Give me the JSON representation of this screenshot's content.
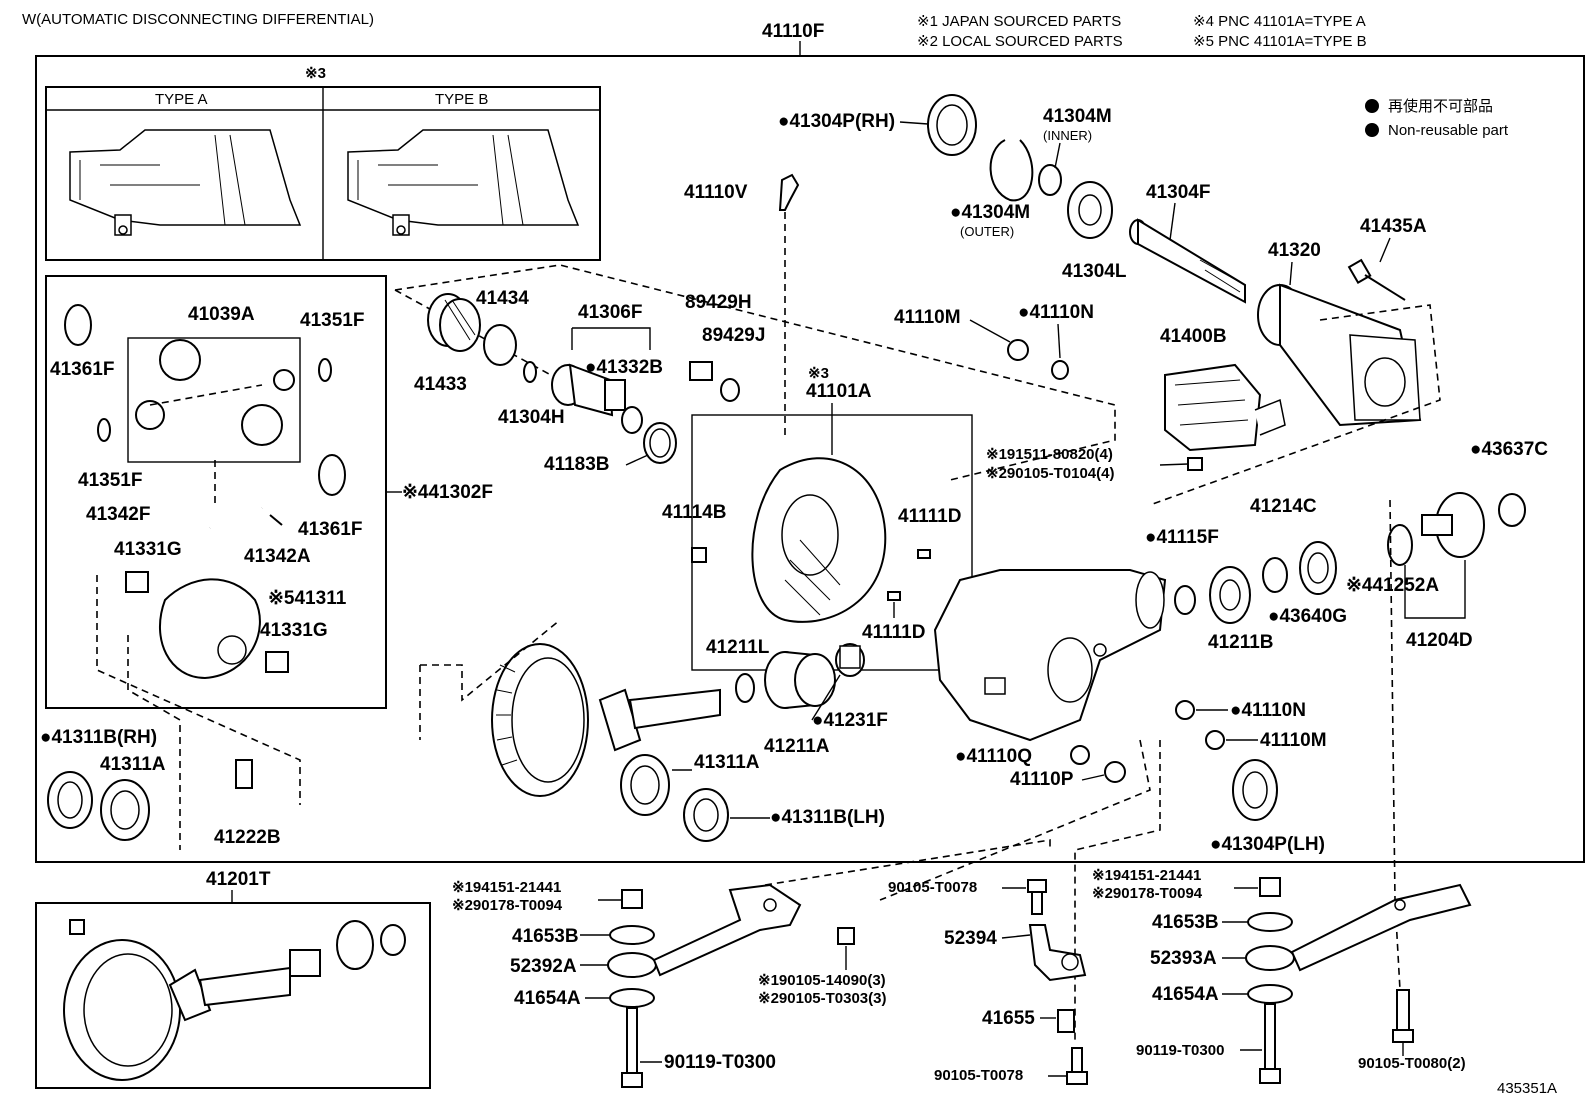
{
  "title": "W(AUTOMATIC DISCONNECTING DIFFERENTIAL)",
  "figure_number": "435351A",
  "main_assembly": "41110F",
  "notes": {
    "n1": "※1 JAPAN SOURCED PARTS",
    "n2": "※2 LOCAL SOURCED PARTS",
    "n4": "※4 PNC 41101A=TYPE A",
    "n5": "※5 PNC 41101A=TYPE B"
  },
  "legend": {
    "jp": "再使用不可部品",
    "en": "Non-reusable part",
    "symbol": "filled-circle-icon"
  },
  "type_box": {
    "mark": "※3",
    "type_a": "TYPE A",
    "type_b": "TYPE B"
  },
  "labels": {
    "p41304P_RH": "●41304P(RH)",
    "p41304M_inner": "41304M",
    "p41304M_inner_sub": "(INNER)",
    "p41304M_outer": "●41304M",
    "p41304M_outer_sub": "(OUTER)",
    "p41110V": "41110V",
    "p41304F": "41304F",
    "p41304L": "41304L",
    "p41320": "41320",
    "p41435A": "41435A",
    "p41110M_top": "41110M",
    "p41110N_top": "●41110N",
    "p41400B": "41400B",
    "p41039A": "41039A",
    "p41351F_a": "41351F",
    "p41361F_a": "41361F",
    "p41351F_b": "41351F",
    "p41342F": "41342F",
    "p41361F_b": "41361F",
    "p41342A": "41342A",
    "p41302F": "※441302F",
    "p41331G_a": "41331G",
    "p41311": "※541311",
    "p41331G_b": "41331G",
    "p41434": "41434",
    "p41433": "41433",
    "p41306F": "41306F",
    "p89429H": "89429H",
    "p89429J": "89429J",
    "p41332B": "●41332B",
    "p41304H": "41304H",
    "p41183B": "41183B",
    "p41101A_mark": "※3",
    "p41101A": "41101A",
    "p41114B": "41114B",
    "p41111D_a": "41111D",
    "p41111D_b": "41111D",
    "p191511": "※191511-80820(4)",
    "p290105": "※290105-T0104(4)",
    "p43637C": "●43637C",
    "p41115F": "●41115F",
    "p41214C": "41214C",
    "p41211B": "41211B",
    "p43640G": "●43640G",
    "p41252A": "※441252A",
    "p41204D": "41204D",
    "p41211L": "41211L",
    "p41211A": "41211A",
    "p41231F": "●41231F",
    "p41110N_bot": "●41110N",
    "p41110M_bot": "41110M",
    "p41110Q": "●41110Q",
    "p41110P": "41110P",
    "p41311B_RH": "●41311B(RH)",
    "p41311A_a": "41311A",
    "p41222B": "41222B",
    "p41311A_b": "41311A",
    "p41311B_LH": "●41311B(LH)",
    "p41304P_LH": "●41304P(LH)",
    "p41201T": "41201T",
    "p194151_L": "※194151-21441",
    "p290178_L": "※290178-T0094",
    "p41653B_L": "41653B",
    "p52392A": "52392A",
    "p41654A_L": "41654A",
    "p90119_L": "90119-T0300",
    "p190105": "※190105-14090(3)",
    "p290105_3": "※290105-T0303(3)",
    "p90105_T0078_top": "90105-T0078",
    "p52394": "52394",
    "p41655": "41655",
    "p90105_T0078_bot": "90105-T0078",
    "p194151_R": "※194151-21441",
    "p290178_R": "※290178-T0094",
    "p41653B_R": "41653B",
    "p52393A": "52393A",
    "p41654A_R": "41654A",
    "p90119_R": "90119-T0300",
    "p90105_T0080": "90105-T0080(2)"
  }
}
